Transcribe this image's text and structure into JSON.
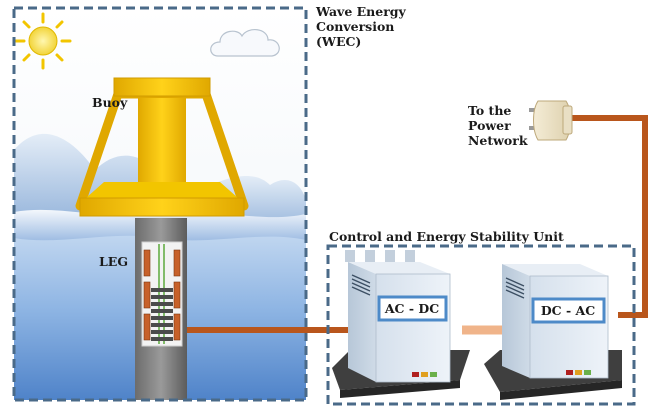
{
  "wec": {
    "title_line1": "Wave Energy",
    "title_line2": "Conversion",
    "title_line3": "(WEC)"
  },
  "labels": {
    "buoy": "Buoy",
    "leg": "LEG"
  },
  "power": {
    "line1": "To the",
    "line2": "Power",
    "line3": "Network"
  },
  "control": {
    "title": "Control and Energy Stability Unit"
  },
  "converters": {
    "acdc": "AC - DC",
    "dcac": "DC - AC"
  },
  "colors": {
    "buoy": "#f2c500",
    "cable": "#b9561c",
    "frame": "#4a6a88",
    "sea": "#5a8fd0",
    "cabinet": "#dfe8f2"
  }
}
